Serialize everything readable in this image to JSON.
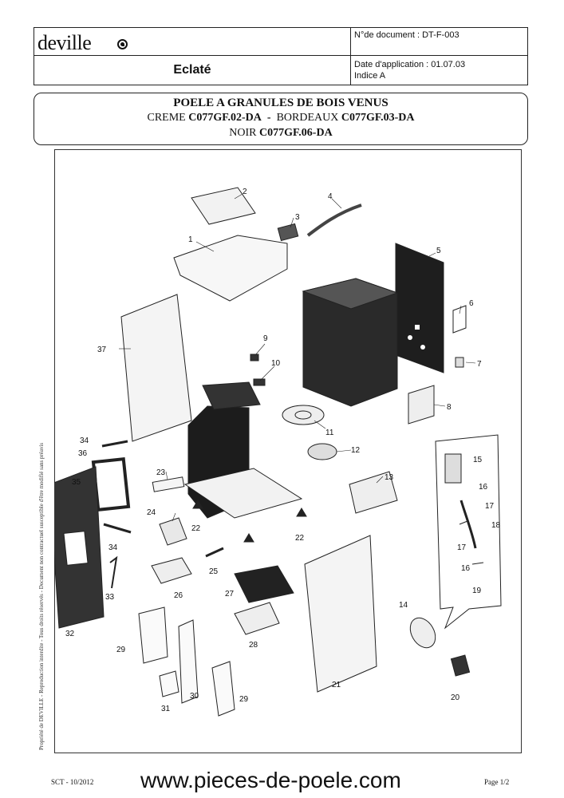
{
  "header": {
    "brand": "deville",
    "doc_title": "Eclaté",
    "doc_number": "N°de document : DT-F-003",
    "application_date": "Date d'application : 01.07.03",
    "index": "Indice A"
  },
  "title": {
    "line1": "POELE A GRANULES DE BOIS VENUS",
    "creme_label": "CREME",
    "creme_ref": "C077GF.02-DA",
    "separator": "-",
    "bordeaux_label": "BORDEAUX",
    "bordeaux_ref": "C077GF.03-DA",
    "noir_label": "NOIR",
    "noir_ref": "C077GF.06-DA"
  },
  "side_text": "Propriété de DEVILLE - Reproduction interdite - Tous droits réservés - Document non contractuel susceptible d'être modifié sans préavis",
  "footer": {
    "left": "SCT - 10/2012",
    "url": "www.pieces-de-poele.com",
    "right": "Page 1/2"
  },
  "parts": {
    "p1": "1",
    "p2": "2",
    "p3": "3",
    "p4": "4",
    "p5": "5",
    "p6": "6",
    "p7": "7",
    "p8": "8",
    "p9": "9",
    "p10": "10",
    "p11": "11",
    "p12": "12",
    "p13": "13",
    "p14": "14",
    "p15": "15",
    "p16a": "16",
    "p16b": "16",
    "p17a": "17",
    "p17b": "17",
    "p18": "18",
    "p19": "19",
    "p20": "20",
    "p21": "21",
    "p22a": "22",
    "p22b": "22",
    "p23": "23",
    "p24": "24",
    "p25": "25",
    "p26": "26",
    "p27": "27",
    "p28": "28",
    "p29a": "29",
    "p29b": "29",
    "p30": "30",
    "p31": "31",
    "p32": "32",
    "p33": "33",
    "p34a": "34",
    "p34b": "34",
    "p35": "35",
    "p36": "36",
    "p37": "37"
  }
}
